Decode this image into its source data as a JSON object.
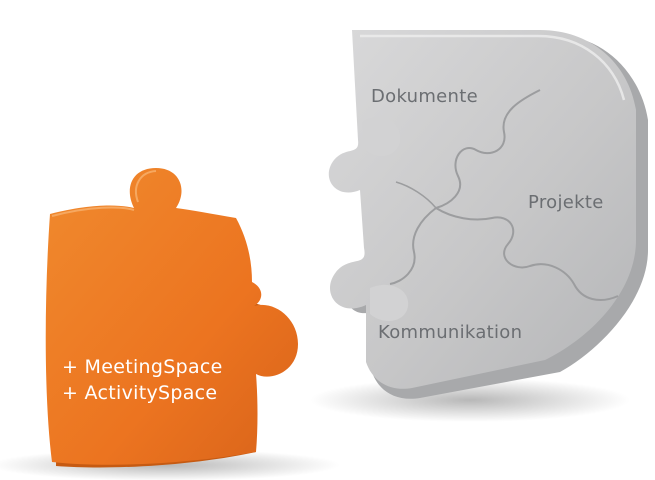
{
  "grey_pieces": {
    "doc_label": "Dokumente",
    "proj_label": "Projekte",
    "comm_label": "Kommunikation"
  },
  "orange_piece": {
    "line1": "+ MeetingSpace",
    "line2": "+ ActivitySpace"
  },
  "colors": {
    "orange": "#ee7a22",
    "orange_dark": "#c85a10",
    "grey": "#c9c9ca",
    "grey_dark": "#a9aaac",
    "grey_text": "#6b6e72"
  }
}
